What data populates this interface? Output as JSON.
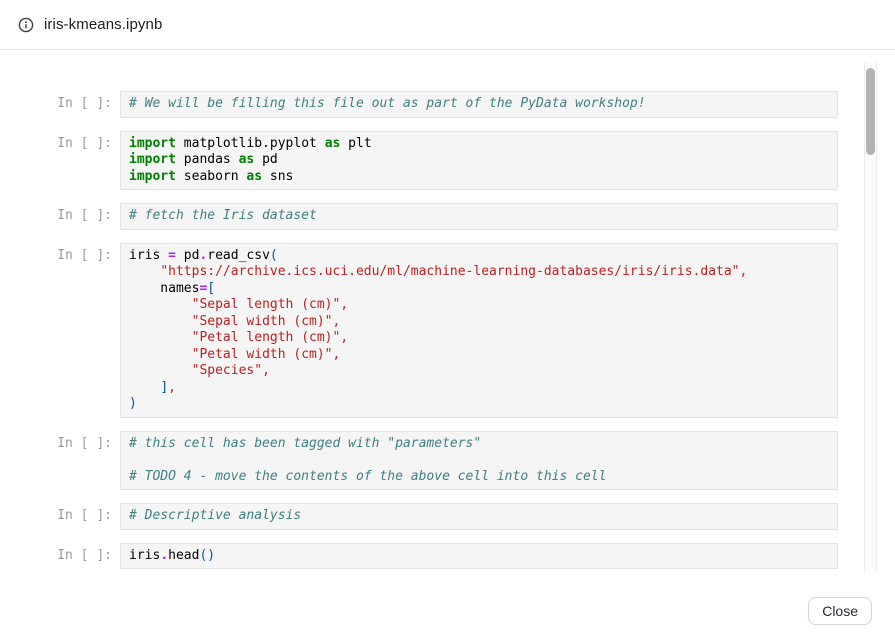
{
  "header": {
    "title": "iris-kmeans.ipynb",
    "icon": "info-icon"
  },
  "footer": {
    "close_label": "Close"
  },
  "syntax_colors": {
    "kw": "#008000",
    "str": "#BA2121",
    "com": "#408080",
    "op": "#AA22FF",
    "br": "#0550AE",
    "pun": "#BA2121",
    "txt": "#000000",
    "prompt": "#9A9A9A",
    "cell_bg": "#F5F5F5",
    "cell_border": "#E2E2E5"
  },
  "notebook": {
    "cells": [
      {
        "prompt": "In [ ]:",
        "lines": [
          [
            {
              "c": "com",
              "t": "# We will be filling this file out as part of the PyData workshop!"
            }
          ]
        ]
      },
      {
        "prompt": "In [ ]:",
        "lines": [
          [
            {
              "c": "kw",
              "t": "import"
            },
            {
              "c": "txt",
              "t": " matplotlib.pyplot "
            },
            {
              "c": "kw",
              "t": "as"
            },
            {
              "c": "txt",
              "t": " plt"
            }
          ],
          [
            {
              "c": "kw",
              "t": "import"
            },
            {
              "c": "txt",
              "t": " pandas "
            },
            {
              "c": "kw",
              "t": "as"
            },
            {
              "c": "txt",
              "t": " pd"
            }
          ],
          [
            {
              "c": "kw",
              "t": "import"
            },
            {
              "c": "txt",
              "t": " seaborn "
            },
            {
              "c": "kw",
              "t": "as"
            },
            {
              "c": "txt",
              "t": " sns"
            }
          ]
        ]
      },
      {
        "prompt": "In [ ]:",
        "lines": [
          [
            {
              "c": "com",
              "t": "# fetch the Iris dataset"
            }
          ]
        ]
      },
      {
        "prompt": "In [ ]:",
        "lines": [
          [
            {
              "c": "txt",
              "t": "iris "
            },
            {
              "c": "op",
              "t": "="
            },
            {
              "c": "txt",
              "t": " pd"
            },
            {
              "c": "op",
              "t": "."
            },
            {
              "c": "txt",
              "t": "read_csv"
            },
            {
              "c": "br",
              "t": "("
            }
          ],
          [
            {
              "c": "txt",
              "t": "    "
            },
            {
              "c": "str",
              "t": "\"https://archive.ics.uci.edu/ml/machine-learning-databases/iris/iris.data\""
            },
            {
              "c": "pun",
              "t": ","
            }
          ],
          [
            {
              "c": "txt",
              "t": "    names"
            },
            {
              "c": "op",
              "t": "="
            },
            {
              "c": "br",
              "t": "["
            }
          ],
          [
            {
              "c": "txt",
              "t": "        "
            },
            {
              "c": "str",
              "t": "\"Sepal length (cm)\""
            },
            {
              "c": "pun",
              "t": ","
            }
          ],
          [
            {
              "c": "txt",
              "t": "        "
            },
            {
              "c": "str",
              "t": "\"Sepal width (cm)\""
            },
            {
              "c": "pun",
              "t": ","
            }
          ],
          [
            {
              "c": "txt",
              "t": "        "
            },
            {
              "c": "str",
              "t": "\"Petal length (cm)\""
            },
            {
              "c": "pun",
              "t": ","
            }
          ],
          [
            {
              "c": "txt",
              "t": "        "
            },
            {
              "c": "str",
              "t": "\"Petal width (cm)\""
            },
            {
              "c": "pun",
              "t": ","
            }
          ],
          [
            {
              "c": "txt",
              "t": "        "
            },
            {
              "c": "str",
              "t": "\"Species\""
            },
            {
              "c": "pun",
              "t": ","
            }
          ],
          [
            {
              "c": "txt",
              "t": "    "
            },
            {
              "c": "br",
              "t": "]"
            },
            {
              "c": "pun",
              "t": ","
            }
          ],
          [
            {
              "c": "br",
              "t": ")"
            }
          ]
        ]
      },
      {
        "prompt": "In [ ]:",
        "lines": [
          [
            {
              "c": "com",
              "t": "# this cell has been tagged with \"parameters\""
            }
          ],
          [],
          [
            {
              "c": "com",
              "t": "# TODO 4 - move the contents of the above cell into this cell"
            }
          ]
        ]
      },
      {
        "prompt": "In [ ]:",
        "lines": [
          [
            {
              "c": "com",
              "t": "# Descriptive analysis"
            }
          ]
        ]
      },
      {
        "prompt": "In [ ]:",
        "lines": [
          [
            {
              "c": "txt",
              "t": "iris"
            },
            {
              "c": "op",
              "t": "."
            },
            {
              "c": "txt",
              "t": "head"
            },
            {
              "c": "br",
              "t": "()"
            }
          ]
        ]
      }
    ]
  }
}
